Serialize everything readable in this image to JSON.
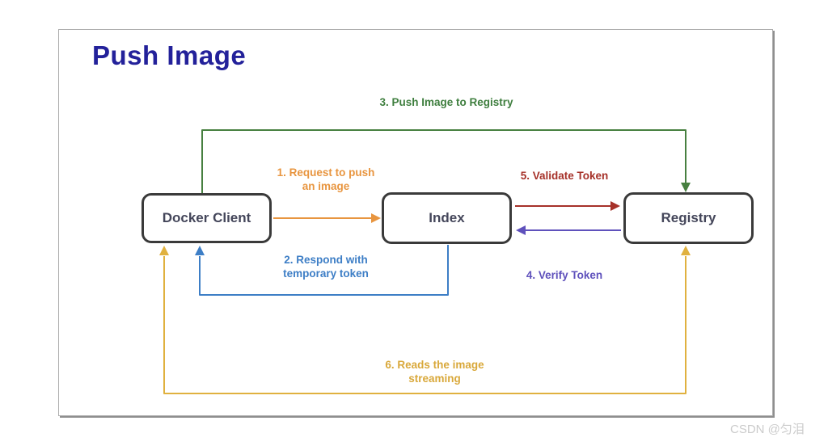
{
  "title": "Push Image",
  "watermark": "CSDN @匀泪",
  "nodes": {
    "docker_client": "Docker Client",
    "index": "Index",
    "registry": "Registry"
  },
  "arrows": {
    "step1": {
      "label": "1. Request to push\nan image",
      "color": "#E8953F",
      "from": "Docker Client",
      "to": "Index"
    },
    "step2": {
      "label": "2. Respond with\ntemporary token",
      "color": "#3D7EC6",
      "from": "Index",
      "to": "Docker Client"
    },
    "step3": {
      "label": "3. Push Image to Registry",
      "color": "#478040",
      "from": "Docker Client",
      "to": "Registry"
    },
    "step4": {
      "label": "4. Verify Token",
      "color": "#5F51BC",
      "from": "Registry",
      "to": "Index"
    },
    "step5": {
      "label": "5. Validate Token",
      "color": "#A63129",
      "from": "Index",
      "to": "Registry"
    },
    "step6": {
      "label": "6. Reads the image\nstreaming",
      "color": "#E0B13F",
      "from": "Registry",
      "to": "Docker Client",
      "heads": "both"
    }
  },
  "colors": {
    "title": "#23219A",
    "box_border": "#3A3A3A",
    "box_text": "#44465A",
    "panel_border": "#AEAEAE",
    "panel_shadow": "#8F8F8F",
    "watermark": "#CBCBCB"
  }
}
